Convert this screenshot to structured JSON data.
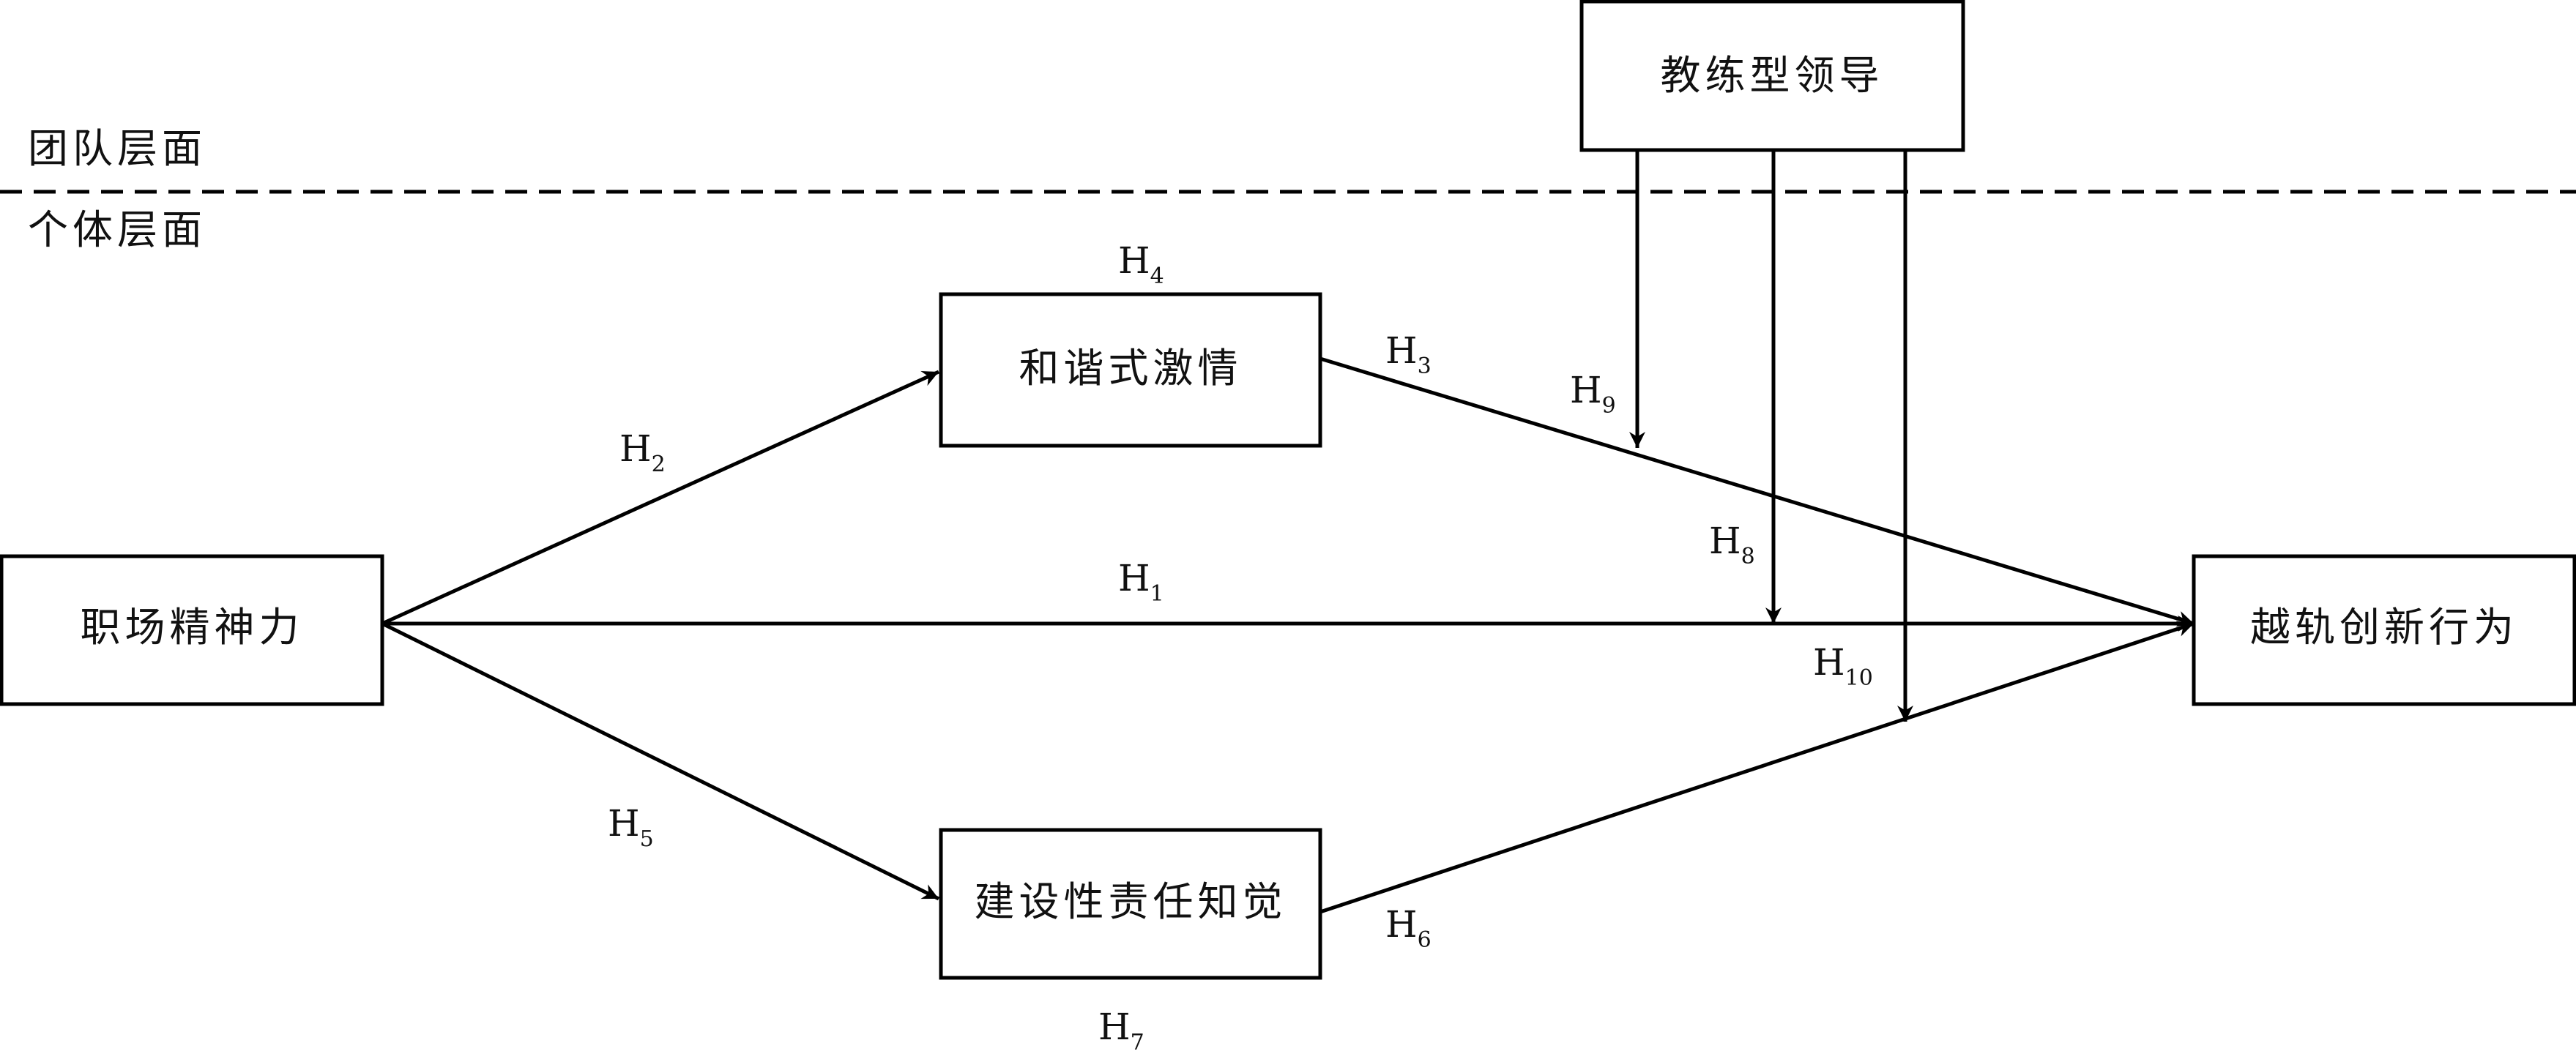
{
  "levels": {
    "team": "团队层面",
    "individual": "个体层面"
  },
  "nodes": {
    "coaching": "教练型领导",
    "passion": "和谐式激情",
    "spirituality": "职场精神力",
    "responsibility": "建设性责任知觉",
    "innovation": "越轨创新行为"
  },
  "hypotheses": {
    "h1": {
      "main": "H",
      "sub": "1"
    },
    "h2": {
      "main": "H",
      "sub": "2"
    },
    "h3": {
      "main": "H",
      "sub": "3"
    },
    "h4": {
      "main": "H",
      "sub": "4"
    },
    "h5": {
      "main": "H",
      "sub": "5"
    },
    "h6": {
      "main": "H",
      "sub": "6"
    },
    "h7": {
      "main": "H",
      "sub": "7"
    },
    "h8": {
      "main": "H",
      "sub": "8"
    },
    "h9": {
      "main": "H",
      "sub": "9"
    },
    "h10": {
      "main": "H",
      "sub": "10"
    }
  }
}
